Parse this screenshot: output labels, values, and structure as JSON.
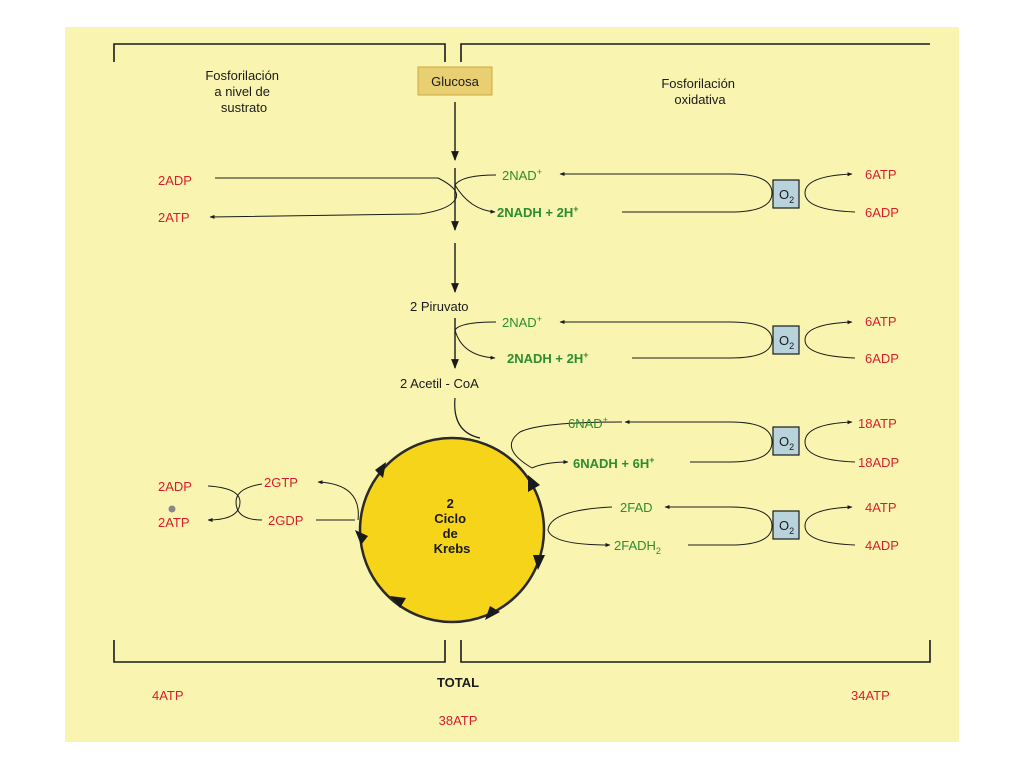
{
  "header": {
    "left_title": [
      "Fosforilación",
      "a nivel de",
      "sustrato"
    ],
    "center": "Glucosa",
    "right_title": [
      "Fosforilación",
      "oxidativa"
    ]
  },
  "left": {
    "adp1": "2ADP",
    "atp1": "2ATP",
    "adp2": "2ADP",
    "atp2": "2ATP",
    "gtp": "2GTP",
    "gdp": "2GDP"
  },
  "center": {
    "piruvato": "2  Piruvato",
    "acetil": "2 Acetil - CoA",
    "krebs": [
      "2",
      "Ciclo",
      "de",
      "Krebs"
    ]
  },
  "rows": [
    {
      "top": "2NAD",
      "top_sup": "+",
      "bottom": "2NADH  +  2H",
      "bottom_sup": "+",
      "o2": "O",
      "o2_sub": "2",
      "atp": "6ATP",
      "adp": "6ADP"
    },
    {
      "top": "2NAD",
      "top_sup": "+",
      "bottom": "2NADH  +  2H",
      "bottom_sup": "+",
      "o2": "O",
      "o2_sub": "2",
      "atp": "6ATP",
      "adp": "6ADP"
    },
    {
      "top": "6NAD",
      "top_sup": "+",
      "bottom": "6NADH + 6H",
      "bottom_sup": "+",
      "o2": "O",
      "o2_sub": "2",
      "atp": "18ATP",
      "adp": "18ADP"
    },
    {
      "top": "2FAD",
      "top_sup": "",
      "bottom": "2FADH",
      "bottom_sub": "2",
      "o2": "O",
      "o2_sub": "2",
      "atp": "4ATP",
      "adp": "4ADP"
    }
  ],
  "totals": {
    "left": "4ATP",
    "label": "TOTAL",
    "total": "38ATP",
    "right": "34ATP"
  },
  "colors": {
    "panel": "#f9f5b0",
    "atp_red": "#d61f2e",
    "nad_green": "#2e8b2e",
    "krebs_yellow": "#f5d41a",
    "o2_box": "#b9d3dc",
    "glucosa_box": "#e8cf72"
  }
}
